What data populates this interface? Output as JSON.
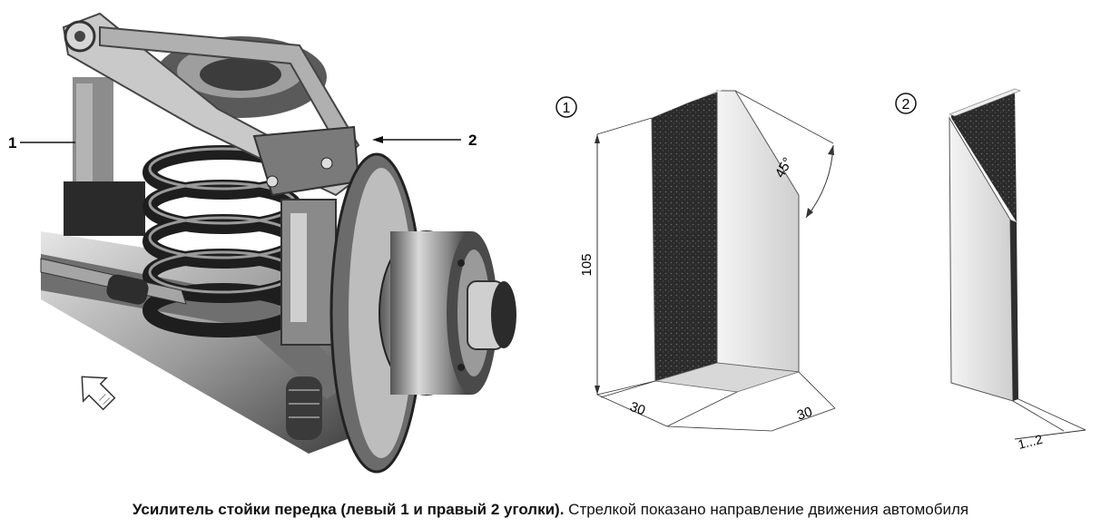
{
  "photo": {
    "callout_left": "1",
    "callout_right": "2"
  },
  "drawing_left": {
    "marker": "1",
    "height_dim": "105",
    "angle_dim": "45°",
    "flange_a_dim": "30",
    "flange_b_dim": "30"
  },
  "drawing_right": {
    "marker": "2",
    "gap_dim": "1...2"
  },
  "caption": {
    "bold": "Усилитель стойки передка (левый 1 и правый 2 уголки).",
    "normal": " Стрелкой показано направление движения автомобиля"
  }
}
